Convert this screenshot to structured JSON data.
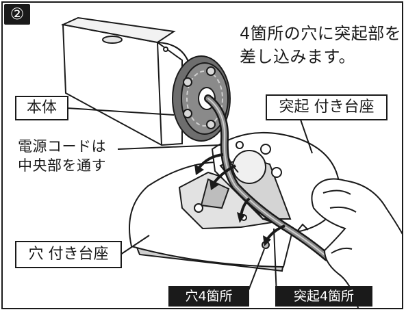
{
  "step": {
    "number": "②"
  },
  "instruction": "4箇所の穴に突起部を\n差し込みます。",
  "labels": {
    "main_body": "本体",
    "protrusion_base": "突起 付き台座",
    "cord_note": "電源コードは\n中央部を通す",
    "hole_base": "穴 付き台座",
    "holes_4": "穴4箇所",
    "protrusions_4": "突起4箇所"
  },
  "colors": {
    "ink": "#1a1a1a",
    "paper": "#ffffff",
    "shade": "#bdbdbd",
    "dark_shade": "#6e6e6e"
  }
}
